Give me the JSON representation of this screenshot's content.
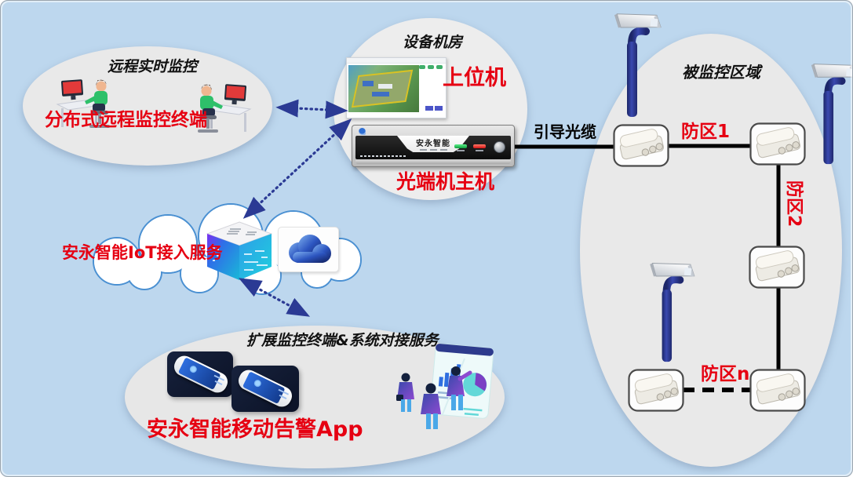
{
  "colors": {
    "background": "#BDD7EE",
    "ellipse_fill": "#E9E9E9",
    "accent_red": "#E60012",
    "line_black": "#000000",
    "arrow_blue": "#2B3A94",
    "pole_navy": "#2B3390",
    "cloud_border": "#4A90D2"
  },
  "remote_group": {
    "title": "远程实时监控",
    "label": "分布式远程监控终端"
  },
  "equipment_room": {
    "title": "设备机房",
    "upper_computer_label": "上位机",
    "device_brand": "安永智能",
    "optical_host_label": "光端机主机"
  },
  "links": {
    "cable_label": "引导光缆",
    "zone1_label": "防区1",
    "zone2_label": "防区2",
    "zonen_label": "防区n"
  },
  "monitored_area": {
    "title": "被监控区域"
  },
  "cloud_service": {
    "label": "安永智能IoT接入服务"
  },
  "app_group": {
    "title": "扩展监控终端&系统对接服务",
    "label": "安永智能移动告警App"
  },
  "icons": {
    "camera": "camera-icon",
    "junction_box": "junction-box-icon",
    "server": "server-icon",
    "cloud_image": "cloud-image-icon",
    "operator": "operator-icon",
    "phone": "phone-icon",
    "presentation": "presentation-icon"
  }
}
